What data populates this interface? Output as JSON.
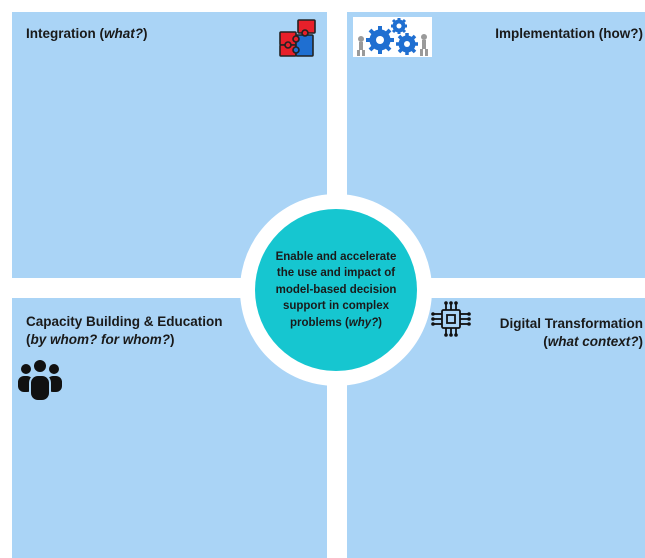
{
  "quadrants": {
    "top_left": {
      "title_main": "Integration (",
      "title_em": "what?",
      "title_end": ")",
      "icon": "puzzle-icon"
    },
    "top_right": {
      "title": "Implementation (how?)",
      "icon": "gears-icon"
    },
    "bottom_left": {
      "title_line1": "Capacity Building & Education",
      "title_line2_start": "(",
      "title_line2_em": "by whom? for whom?",
      "title_line2_end": ")",
      "icon": "people-icon"
    },
    "bottom_right": {
      "title_line1": "Digital Transformation",
      "title_line2_start": "(",
      "title_line2_em": "what context?",
      "title_line2_end": ")",
      "icon": "chip-icon"
    }
  },
  "center": {
    "text_main": "Enable and accelerate the use and impact of model-based decision support in complex problems (",
    "text_em": "why?",
    "text_end": ")"
  },
  "colors": {
    "quadrant_fill": "#aad4f6",
    "center_fill": "#16c6d0",
    "center_ring": "#ffffff",
    "text": "#1a1a1a",
    "puzzle_red": "#e8202a",
    "gear_blue": "#1f6fd1"
  }
}
